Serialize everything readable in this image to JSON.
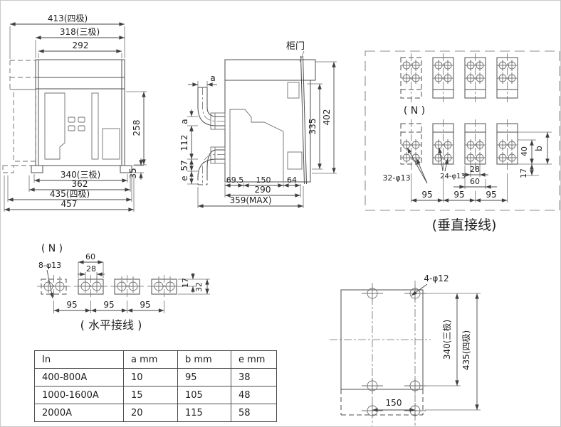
{
  "front_view": {
    "dim_width_4pole_top": "413(四极)",
    "dim_width_3pole_top": "318(三极)",
    "dim_292": "292",
    "dim_258": "258",
    "dim_340_3pole": "340(三极)",
    "dim_35": "35",
    "dim_362": "362",
    "dim_435_4pole": "435(四极)",
    "dim_457": "457"
  },
  "side_view": {
    "cabinet_door_label": "柜门",
    "dim_a_top": "a",
    "dim_a_side": "a",
    "dim_112": "112",
    "dim_57": "57",
    "dim_e": "e",
    "dim_335": "335",
    "dim_402": "402",
    "dim_69_5": "69.5",
    "dim_150": "150",
    "dim_64": "64",
    "dim_290": "290",
    "dim_359_max": "359(MAX)"
  },
  "vertical_wiring": {
    "neutral_label": "( N )",
    "holes_32": "32-φ13",
    "holes_24": "24-φ13",
    "dim_28": "28",
    "dim_60": "60",
    "dims_95": [
      "95",
      "95",
      "95"
    ],
    "dim_40": "40",
    "dim_b": "b",
    "dim_17": "17",
    "caption": "(垂直接线)"
  },
  "horizontal_wiring": {
    "neutral_label": "( N )",
    "holes_8": "8-φ13",
    "dim_60": "60",
    "dim_28": "28",
    "dim_17": "17",
    "dim_32": "32",
    "dims_95": [
      "95",
      "95",
      "95"
    ],
    "caption": "( 水平接线 )"
  },
  "mounting_view": {
    "holes_4": "4-φ12",
    "dim_340_3pole": "340(三极)",
    "dim_435_4pole": "435(四极)",
    "dim_150": "150"
  },
  "spec_table": {
    "headers": [
      "In",
      "a mm",
      "b mm",
      "e mm"
    ],
    "rows": [
      [
        "400-800A",
        "10",
        "95",
        "38"
      ],
      [
        "1000-1600A",
        "15",
        "105",
        "48"
      ],
      [
        "2000A",
        "20",
        "115",
        "58"
      ]
    ]
  }
}
